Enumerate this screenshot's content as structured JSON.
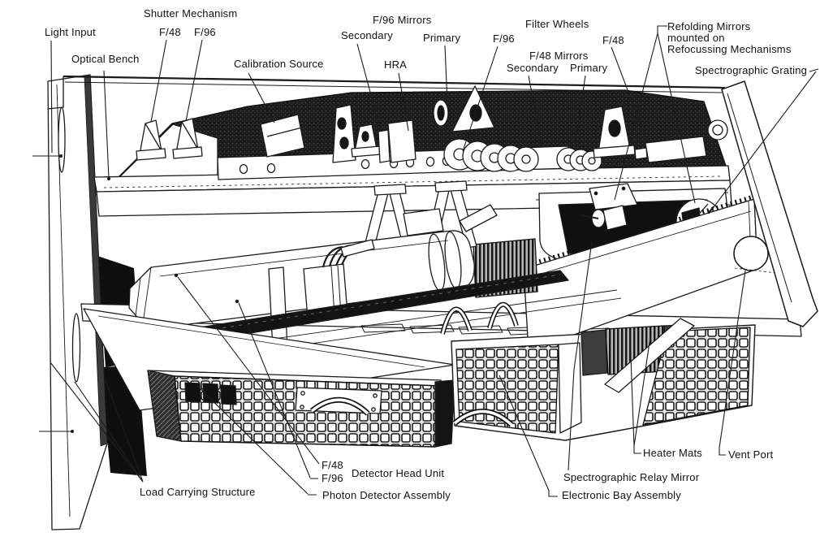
{
  "figure": {
    "ink_color": "#1a1a1a",
    "background_color": "#ffffff",
    "labels": {
      "light_input": "Light Input",
      "optical_bench": "Optical Bench",
      "shutter_mechanism": "Shutter Mechanism",
      "shutter_f48": "F/48",
      "shutter_f96": "F/96",
      "calibration_source": "Calibration Source",
      "f96_mirrors": "F/96 Mirrors",
      "f96_secondary": "Secondary",
      "f96_primary": "Primary",
      "hra": "HRA",
      "f96_filter": "F/96",
      "filter_wheels": "Filter Wheels",
      "f48_filter": "F/48",
      "f48_mirrors": "F/48 Mirrors",
      "f48_secondary": "Secondary",
      "f48_primary": "Primary",
      "refolding_line1": "Refolding Mirrors",
      "refolding_line2": "mounted on",
      "refolding_line3": "Refocussing Mechanisms",
      "spectrographic_grating": "Spectrographic Grating",
      "load_carrying_structure": "Load Carrying Structure",
      "detector_f48": "F/48",
      "detector_f96": "F/96",
      "detector_head_unit": "Detector Head Unit",
      "photon_detector_assembly": "Photon Detector Assembly",
      "spectrographic_relay_mirror": "Spectrographic Relay Mirror",
      "electronic_bay_assembly": "Electronic Bay Assembly",
      "heater_mats": "Heater Mats",
      "vent_port": "Vent Port"
    }
  }
}
